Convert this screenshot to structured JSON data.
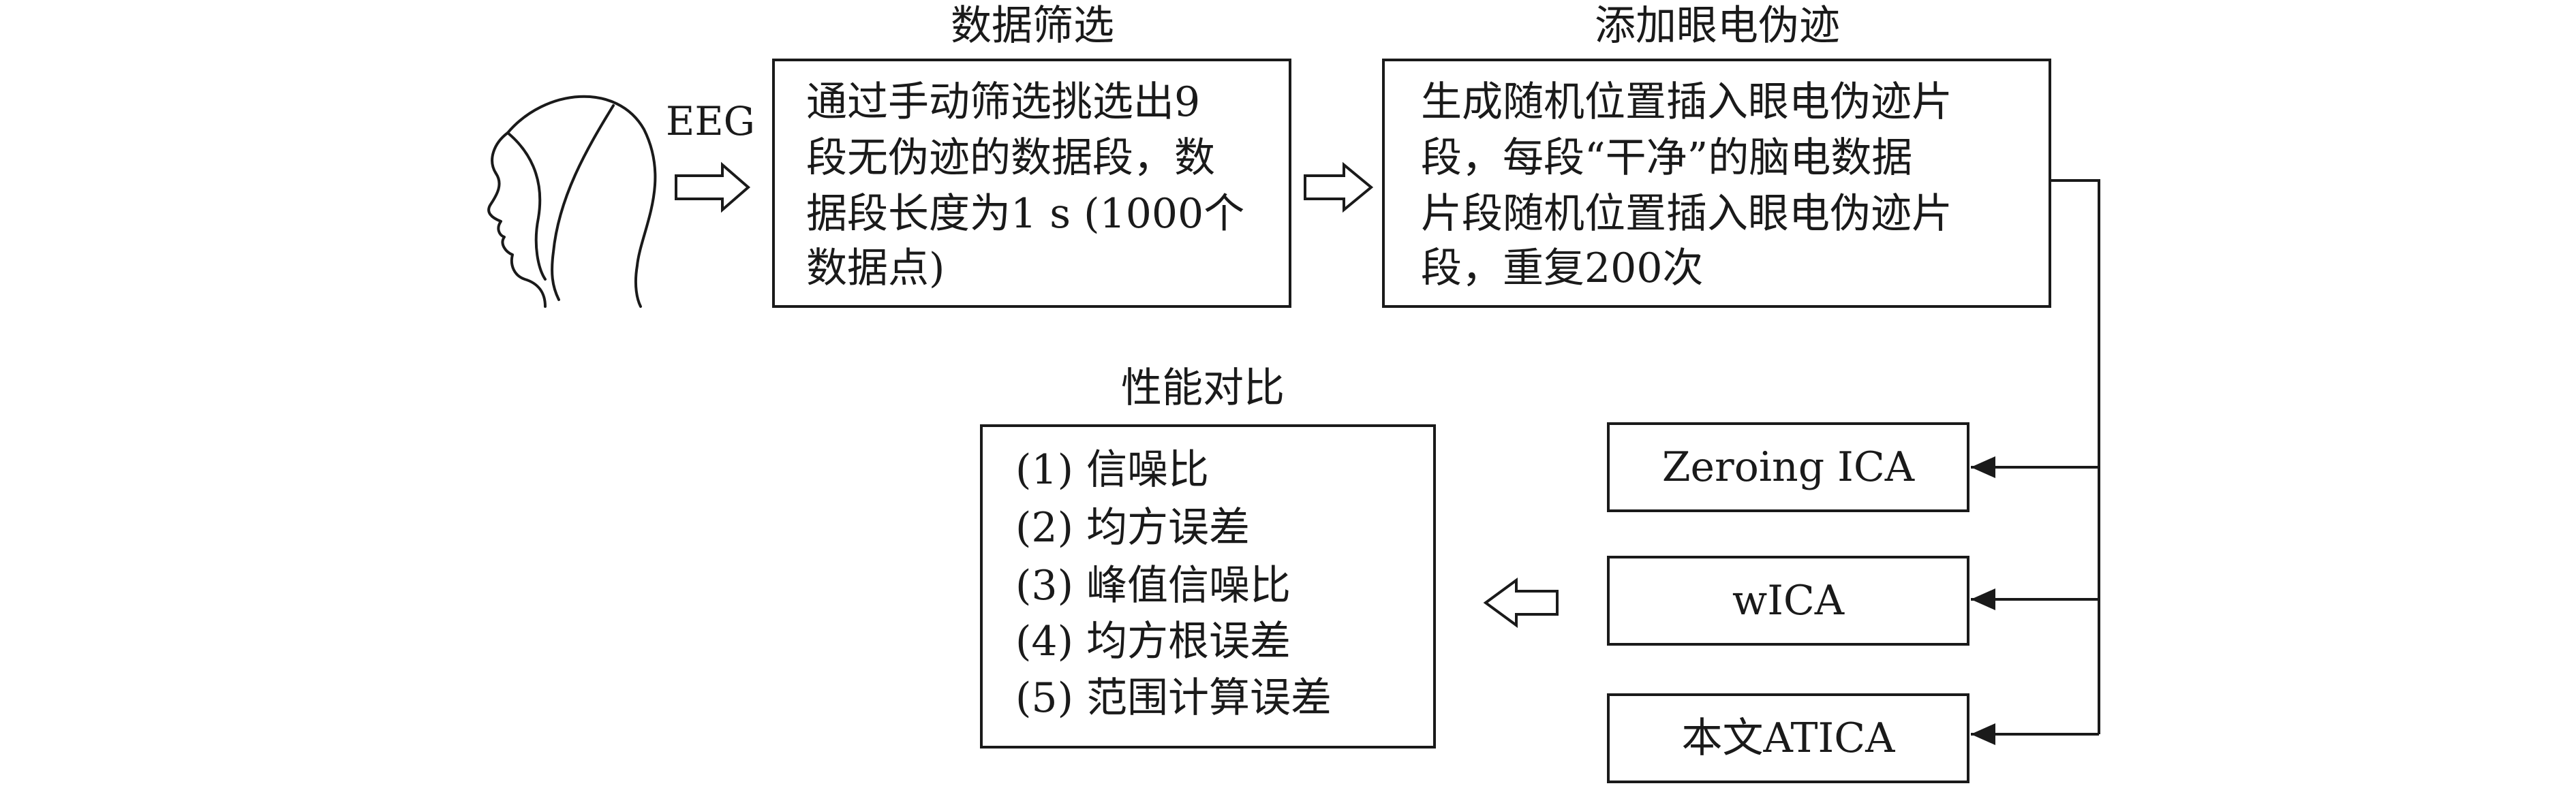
{
  "head": {
    "icon": "head-eeg-cap-icon"
  },
  "eeg_label": "EEG",
  "data_screening": {
    "title": "数据筛选",
    "lines": [
      "通过手动筛选挑选出9",
      "段无伪迹的数据段，数",
      "据段长度为1 s (1000个",
      "数据点)"
    ]
  },
  "add_artifacts": {
    "title": "添加眼电伪迹",
    "lines": [
      "生成随机位置插入眼电伪迹片",
      "段，每段“干净”的脑电数据",
      "片段随机位置插入眼电伪迹片",
      "段，重复200次"
    ]
  },
  "methods": [
    "Zeroing ICA",
    "wICA",
    "本文ATICA"
  ],
  "performance": {
    "title": "性能对比",
    "items": [
      "(1) 信噪比",
      "(2) 均方误差",
      "(3) 峰值信噪比",
      "(4) 均方根误差",
      "(5) 范围计算误差"
    ]
  }
}
